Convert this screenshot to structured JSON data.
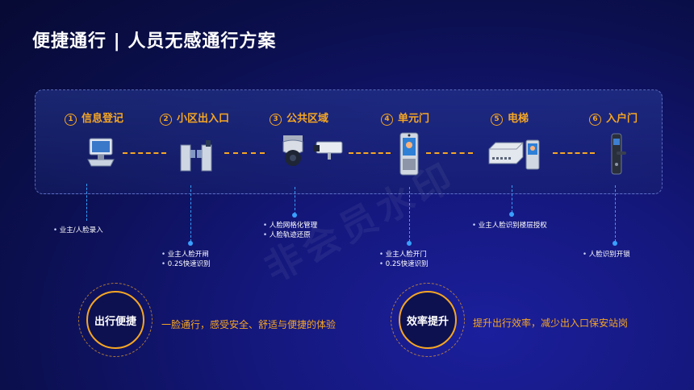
{
  "title": "便捷通行 | 人员无感通行方案",
  "steps": [
    {
      "num": "1",
      "label": "信息登记"
    },
    {
      "num": "2",
      "label": "小区出入口"
    },
    {
      "num": "3",
      "label": "公共区域"
    },
    {
      "num": "4",
      "label": "单元门"
    },
    {
      "num": "5",
      "label": "电梯"
    },
    {
      "num": "6",
      "label": "入户门"
    }
  ],
  "notes": {
    "n1": [
      "业主/人脸录入"
    ],
    "n2": [
      "业主人脸开闸",
      "0.2S快速识别"
    ],
    "n3": [
      "人脸网格化管理",
      "人脸轨迹还原"
    ],
    "n4": [
      "业主人脸开门",
      "0.2S快速识别"
    ],
    "n5": [
      "业主人脸识别楼层授权"
    ],
    "n6": [
      "人脸识别开锁"
    ]
  },
  "badges": [
    {
      "label": "出行便捷",
      "slogan": "一脸通行，感受安全、舒适与便捷的体验"
    },
    {
      "label": "效率提升",
      "slogan": "提升出行效率，减少出入口保安站岗"
    }
  ],
  "colors": {
    "accent": "#f6a623",
    "line": "#39a0ff",
    "background": "#0b0f4d"
  }
}
